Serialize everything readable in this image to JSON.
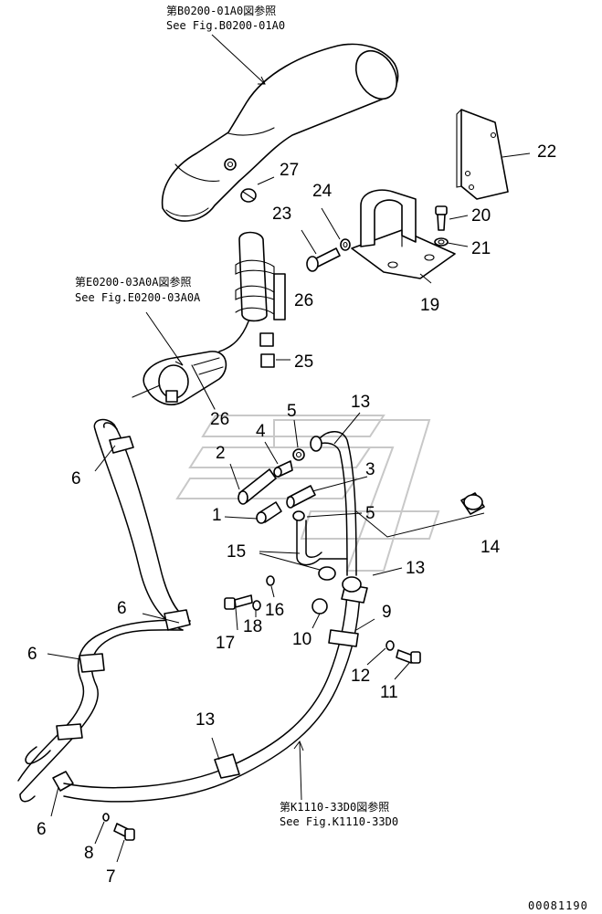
{
  "references": [
    {
      "jp": "第B0200-01A0図参照",
      "en": "See Fig.B0200-01A0"
    },
    {
      "jp": "第E0200-03A0A図参照",
      "en": "See Fig.E0200-03A0A"
    },
    {
      "jp": "第K1110-33D0図参照",
      "en": "See Fig.K1110-33D0"
    }
  ],
  "callouts": [
    "27",
    "24",
    "23",
    "22",
    "20",
    "21",
    "19",
    "26",
    "25",
    "26",
    "4",
    "5",
    "13",
    "2",
    "3",
    "1",
    "5",
    "15",
    "14",
    "13",
    "6",
    "6",
    "6",
    "17",
    "18",
    "16",
    "10",
    "9",
    "12",
    "11",
    "13",
    "6",
    "8",
    "7"
  ],
  "drawing_code": "00081190"
}
